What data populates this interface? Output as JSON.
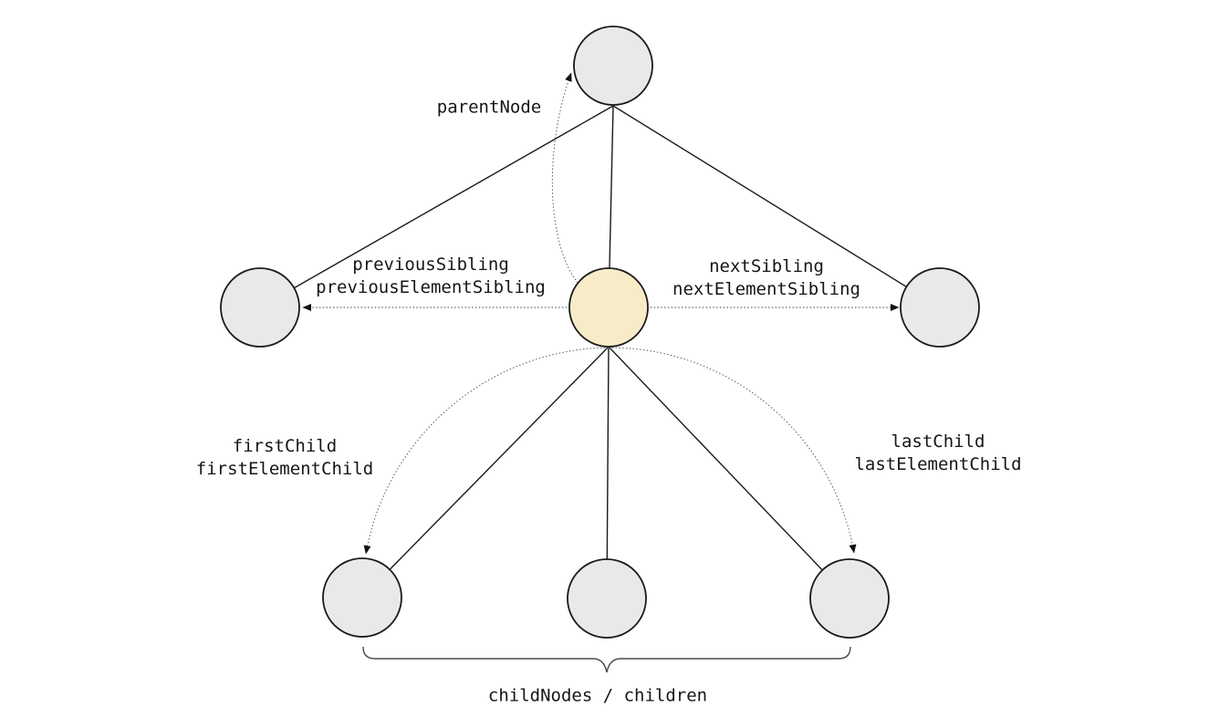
{
  "diagram": {
    "labels": {
      "parent": "parentNode",
      "previous_sibling": [
        "previousSibling",
        "previousElementSibling"
      ],
      "next_sibling": [
        "nextSibling",
        "nextElementSibling"
      ],
      "first_child": [
        "firstChild",
        "firstElementChild"
      ],
      "last_child": [
        "lastChild",
        "lastElementChild"
      ],
      "children": "childNodes / children"
    },
    "colors": {
      "node_fill": "#e9e9e9",
      "current_node_fill": "#f8ecc8",
      "stroke": "#1a1a1a",
      "arrow": "#111111"
    }
  }
}
